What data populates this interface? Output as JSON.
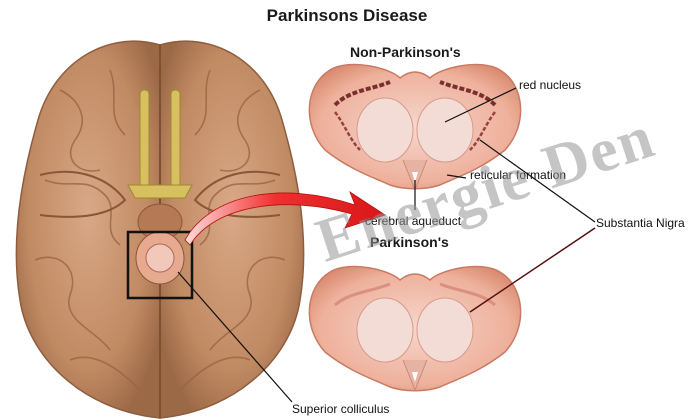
{
  "title": "Parkinsons Disease",
  "panels": {
    "top_title": "Non-Parkinson's",
    "bottom_title": "Parkinson's"
  },
  "labels": {
    "red_nucleus": "red nucleus",
    "reticular_formation": "reticular formation",
    "cerebral_aqueduct": "cerebral aqueduct",
    "substantia_nigra": "Substantia Nigra",
    "superior_colliculus": "Superior colliculus"
  },
  "watermark": "Energie Den",
  "colors": {
    "brain": "#c9946c",
    "brain_shadow": "#a8714e",
    "tissue": "#f0b7a0",
    "nigra_healthy": "#8a3a3a",
    "arrow": "#e02020"
  }
}
